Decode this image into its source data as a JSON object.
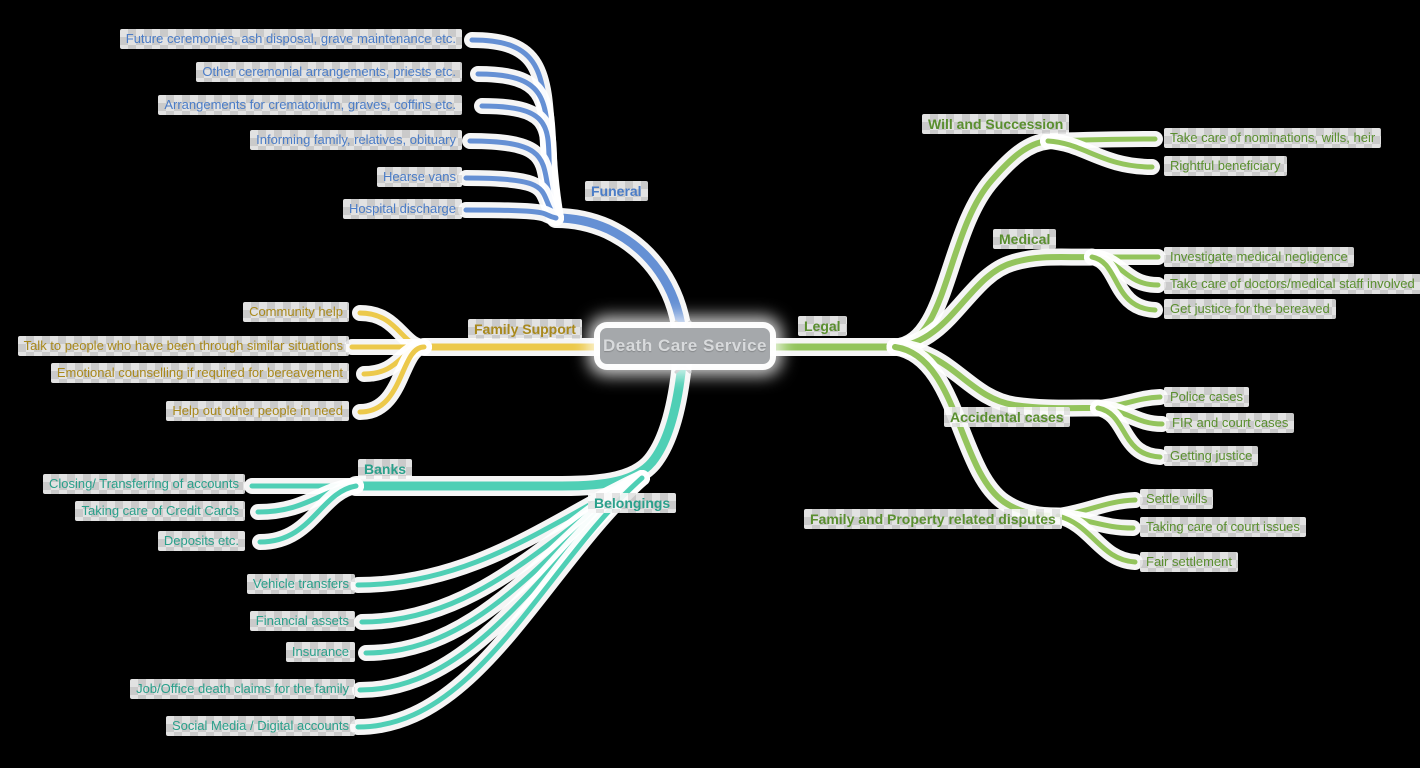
{
  "node": {
    "title": "Death Care Service"
  },
  "branches": {
    "funeral": {
      "label": "Funeral",
      "items": [
        "Future ceremonies, ash disposal, grave maintenance etc.",
        "Other ceremonial arrangements, priests etc.",
        "Arrangements for crematorium, graves, coffins etc.",
        "Informing family, relatives, obituary",
        "Hearse vans",
        "Hospital discharge"
      ]
    },
    "family_support": {
      "label": "Family Support",
      "items": [
        "Community help",
        "Talk to people who have been through similar situations",
        "Emotional counselling if required for bereavement",
        "Help out other people in need"
      ]
    },
    "banks": {
      "label": "Banks",
      "items": [
        "Closing/ Transferring of accounts",
        "Taking care of Credit Cards",
        "Deposits etc."
      ]
    },
    "belongings": {
      "label": "Belongings",
      "items": [
        "Vehicle transfers",
        "Financial assets",
        "Insurance",
        "Job/Office death claims for the family",
        "Social Media / Digital accounts"
      ]
    },
    "legal": {
      "label": "Legal",
      "children": {
        "will_succession": {
          "label": "Will and Succession",
          "items": [
            "Take care of nominations, wills, heir",
            "Rightful beneficiary"
          ]
        },
        "medical": {
          "label": "Medical",
          "items": [
            "Investigate medical negligence",
            "Take care of doctors/medical staff involved",
            "Get justice for the bereaved"
          ]
        },
        "accidental_cases": {
          "label": "Accidental cases",
          "items": [
            "Police cases",
            "FIR and court cases",
            "Getting justice"
          ]
        },
        "family_property_disputes": {
          "label": "Family and Property related disputes",
          "items": [
            "Settle wills",
            "Taking care of court issues",
            "Fair settlement"
          ]
        }
      }
    }
  },
  "colors": {
    "funeral": "#6590d4",
    "funeral_text": "#4a7cc7",
    "family_support": "#ecc94b",
    "family_support_text": "#a9891c",
    "banks_belongings": "#4fcfb5",
    "banks_belongings_text": "#2aa08b",
    "legal": "#93c45c",
    "legal_text": "#5a8f2f",
    "node_fill": "#a5a8ab",
    "node_text": "#d8dadc"
  }
}
